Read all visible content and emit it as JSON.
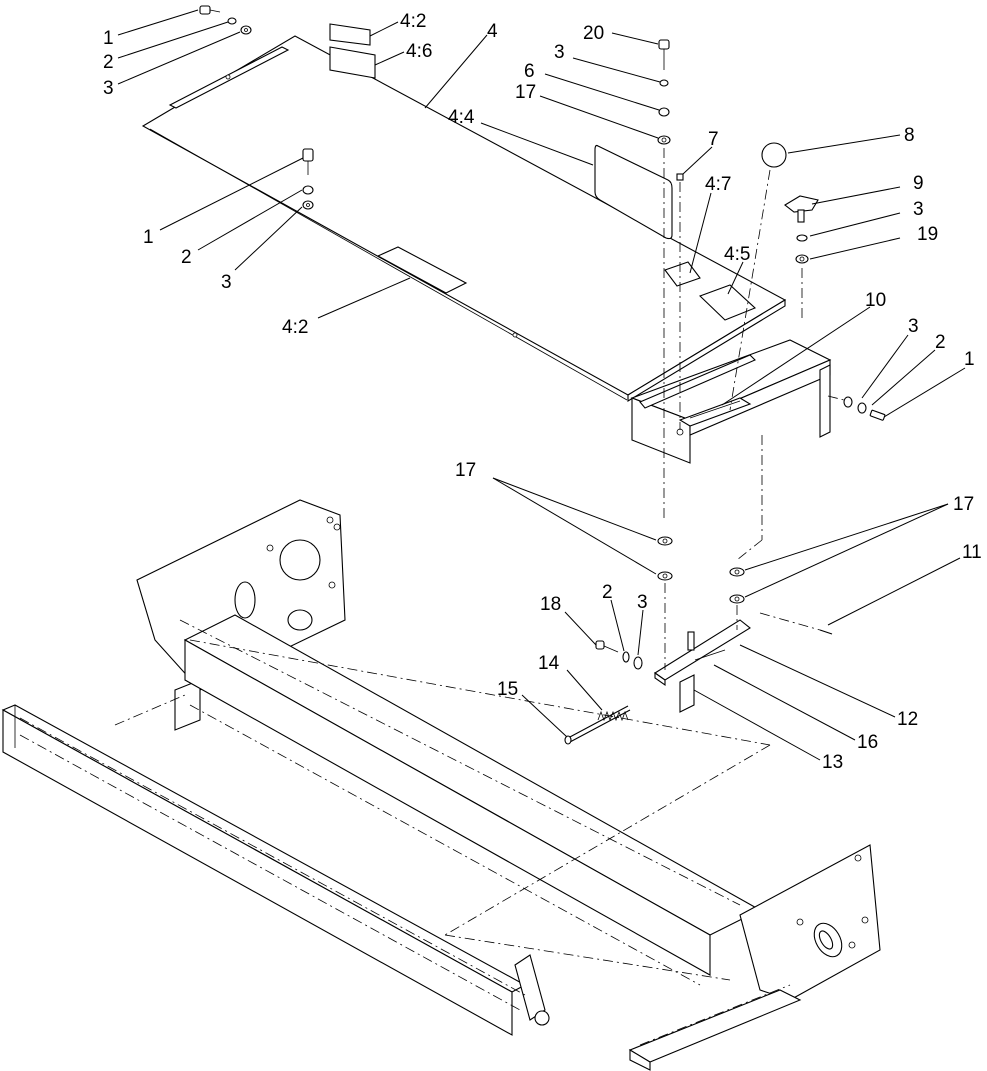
{
  "callouts": {
    "c1": "1",
    "c2": "2",
    "c3": "3",
    "c4_2_top": "4:2",
    "c4_6": "4:6",
    "c4": "4",
    "c20": "20",
    "c3_b": "3",
    "c6": "6",
    "c17_a": "17",
    "c4_4": "4:4",
    "c7": "7",
    "c8": "8",
    "c9": "9",
    "c3_c": "3",
    "c19": "19",
    "c4_7": "4:7",
    "c4_5": "4:5",
    "c1_b": "1",
    "c2_b": "2",
    "c3_d": "3",
    "c4_2_bot": "4:2",
    "c10": "10",
    "c3_e": "3",
    "c2_c": "2",
    "c1_c": "1",
    "c17_b": "17",
    "c17_c": "17",
    "c11": "11",
    "c18": "18",
    "c2_d": "2",
    "c3_f": "3",
    "c14": "14",
    "c15": "15",
    "c13": "13",
    "c16": "16",
    "c12": "12"
  }
}
